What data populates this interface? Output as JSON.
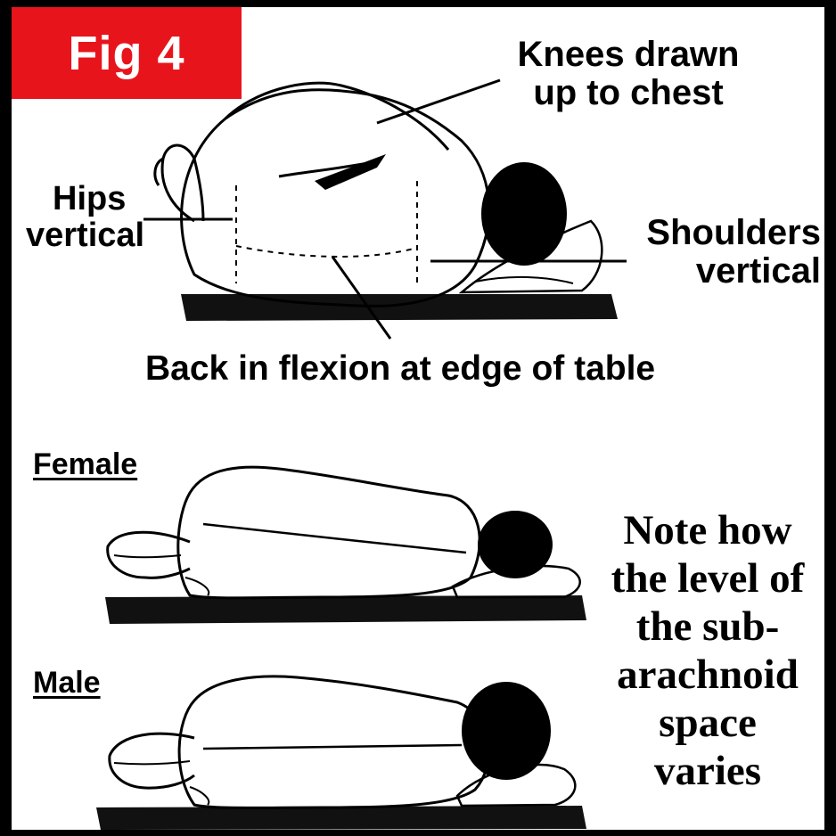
{
  "figure": {
    "tag": "Fig 4",
    "tag_color": "#e8141c",
    "top": {
      "knees_label": [
        "Knees drawn",
        "up to chest"
      ],
      "hips_label": [
        "Hips",
        "vertical"
      ],
      "shoulders_label": [
        "Shoulders",
        "vertical"
      ],
      "back_label": "Back in flexion at edge of table"
    },
    "female_label": "Female",
    "male_label": "Male",
    "note_lines": [
      "Note how",
      "the level of",
      "the sub-",
      "arachnoid",
      "space",
      "varies"
    ]
  }
}
